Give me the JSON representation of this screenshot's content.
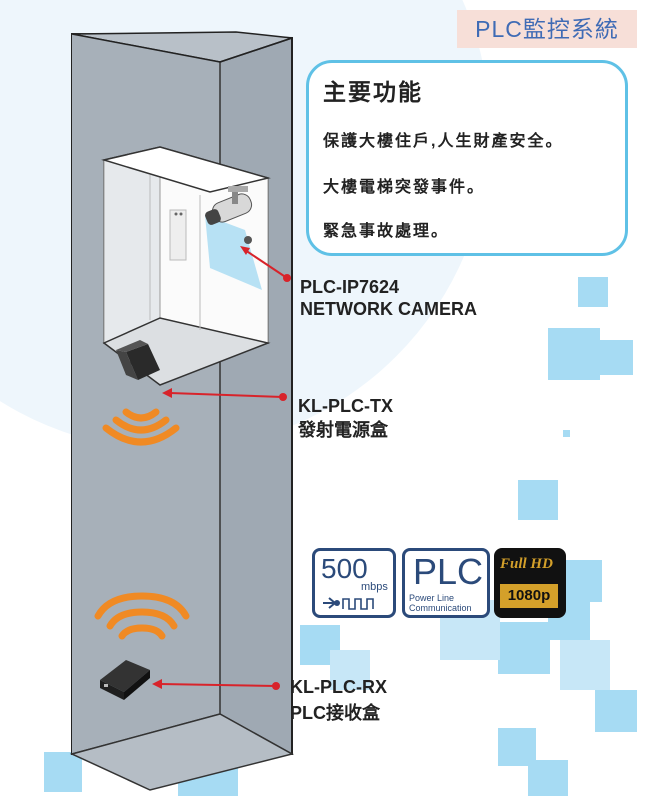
{
  "title": "PLC監控系統",
  "features": {
    "heading": "主要功能",
    "items": [
      "保護大樓住戶,人生財產安全。",
      "大樓電梯突發事件。",
      "緊急事故處理。"
    ]
  },
  "labels": {
    "camera": {
      "model": "PLC-IP7624",
      "desc": "NETWORK CAMERA"
    },
    "tx": {
      "model": "KL-PLC-TX",
      "desc": "發射電源盒"
    },
    "rx": {
      "model": "KL-PLC-RX",
      "desc": "PLC接收盒"
    }
  },
  "badges": {
    "speed": {
      "value": "500",
      "unit": "mbps"
    },
    "plc": {
      "title": "PLC",
      "line1": "Power Line",
      "line2": "Communication"
    },
    "hd": {
      "line1": "Full HD",
      "line2": "1080p"
    }
  },
  "colors": {
    "accent_blue": "#5fc1e6",
    "square_blue": "#a6dbf3",
    "arrow_red": "#d8232a",
    "wifi_orange": "#f08a24",
    "shaft_gray": "#9fa9b3",
    "badge_navy": "#2b4a7a",
    "hd_gold": "#d4a02a"
  }
}
